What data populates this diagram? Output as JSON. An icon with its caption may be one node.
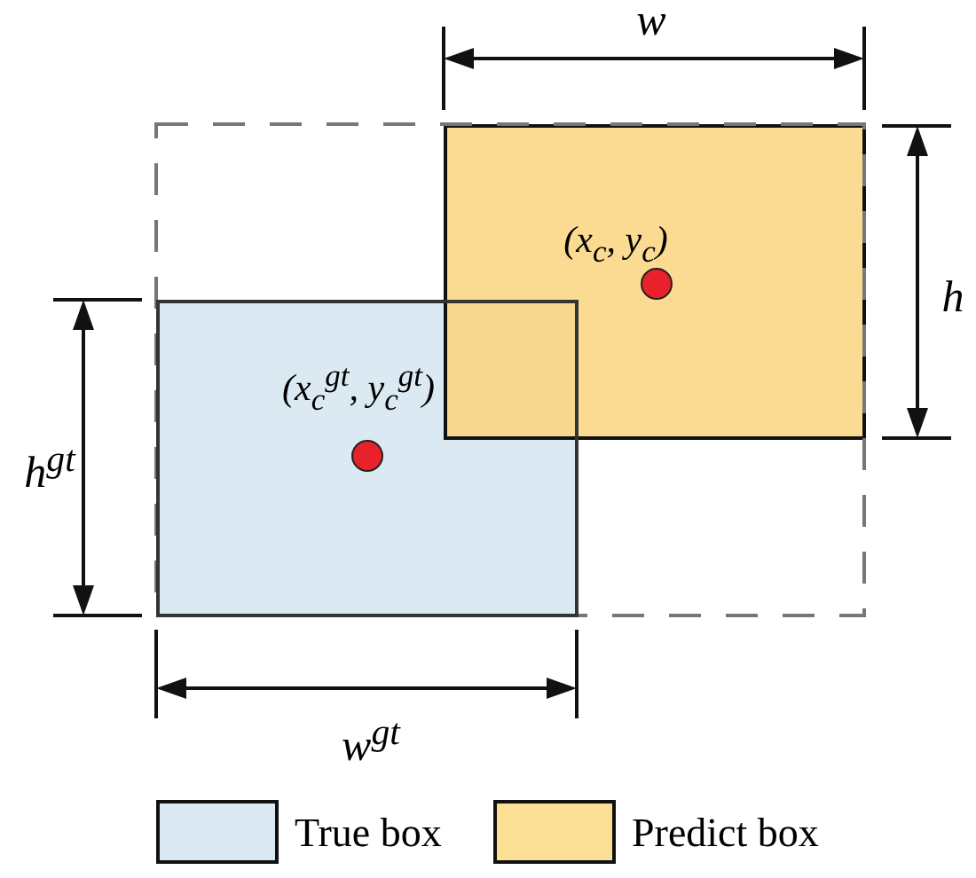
{
  "diagram": {
    "nodes": [
      {
        "text": [
          "(x$_{c}$$^{gt}$, y$_{c}$$^{gt}$)"
        ]
      },
      {
        "text": [
          "(x$_{c}$, y$_{c}$)"
        ]
      }
    ],
    "edges": [],
    "labels": [
      "w",
      "h",
      "h$^{gt}$",
      "w$^{gt}$"
    ],
    "legend": [
      {
        "text": "True box",
        "color": "#dbeaf2"
      },
      {
        "text": "Predict box",
        "color": "#fbdf94"
      }
    ]
  }
}
